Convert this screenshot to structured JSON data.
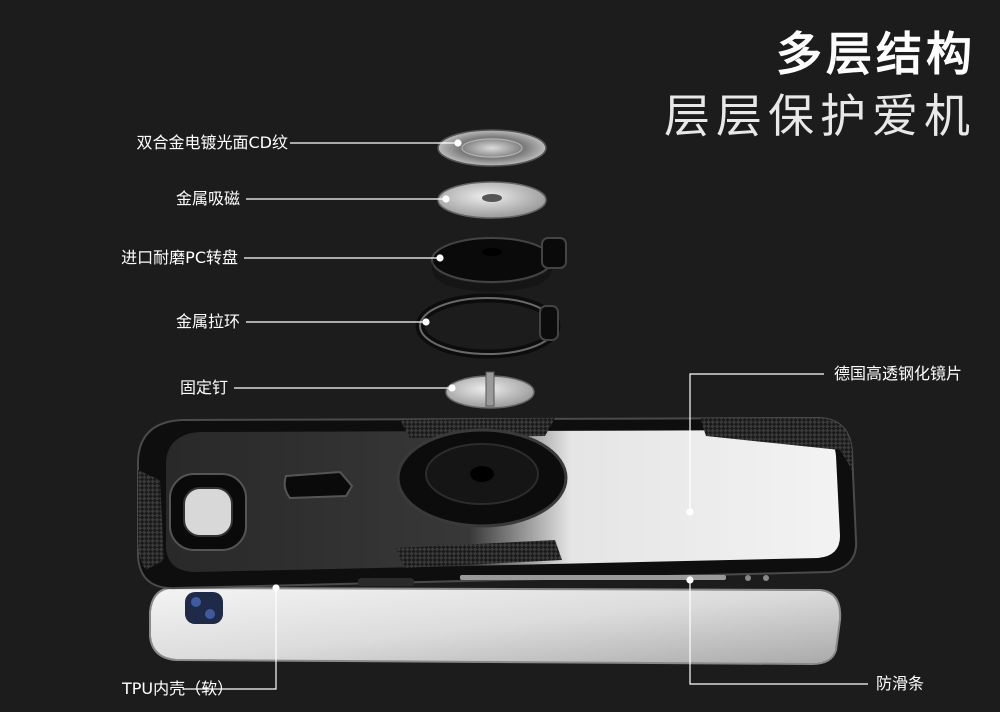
{
  "heading": {
    "title": "多层结构",
    "subtitle": "层层保护爱机"
  },
  "callouts": {
    "cd_disc": "双合金电镀光面CD纹",
    "magnet": "金属吸磁",
    "turntable": "进口耐磨PC转盘",
    "ring": "金属拉环",
    "pin": "固定钉",
    "glass": "德国高透钢化镜片",
    "tpu_shell": "TPU内壳（软）",
    "anti_slip": "防滑条"
  },
  "colors": {
    "background": "#1c1c1c",
    "text": "#ffffff",
    "frame": "#111111",
    "carbon": "#2f2f2f",
    "metal": "#c8c8c8"
  }
}
